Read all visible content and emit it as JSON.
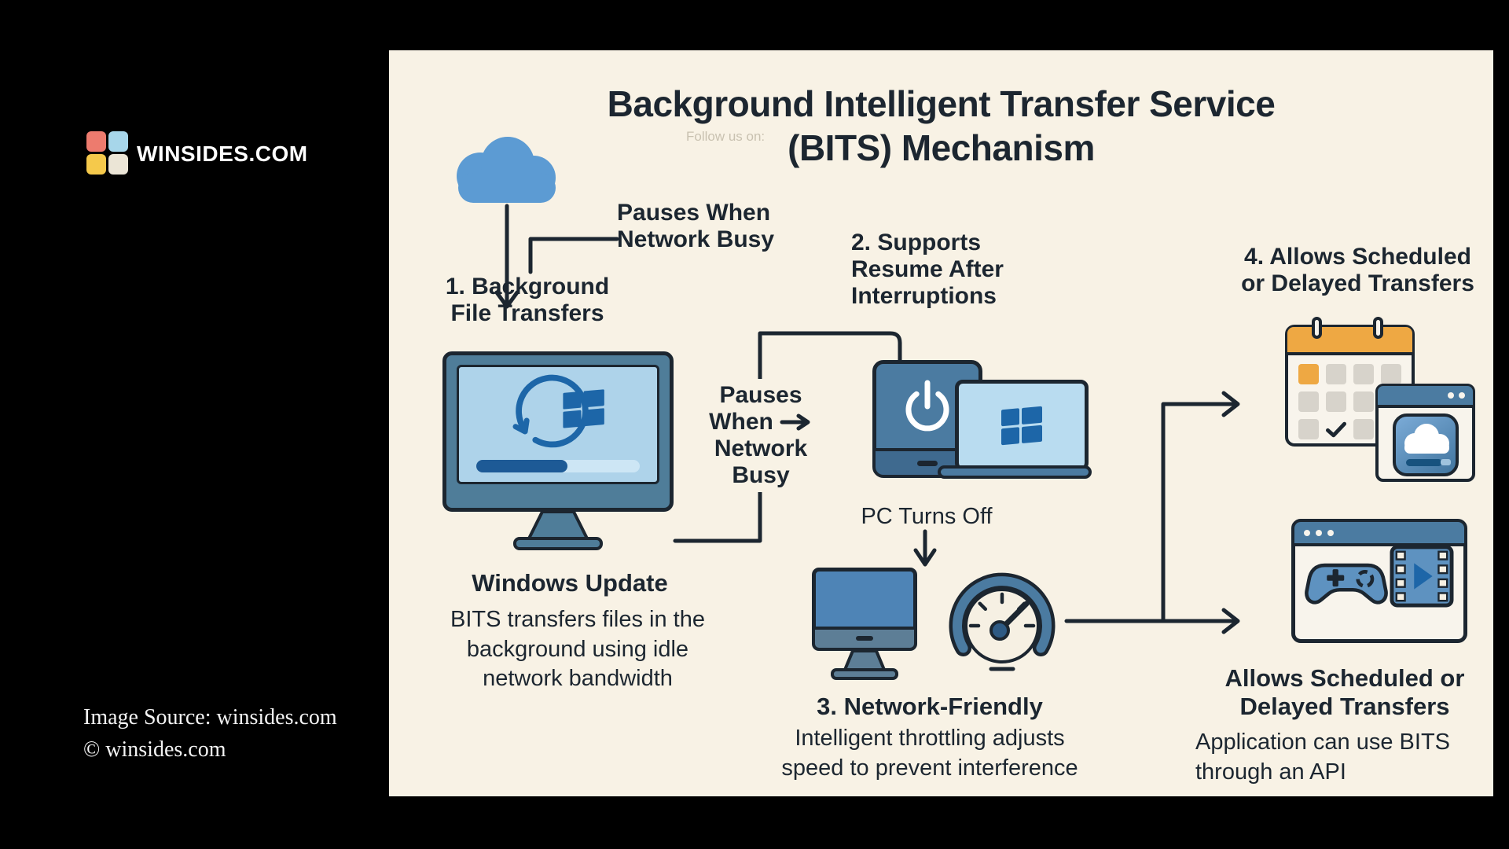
{
  "brand": {
    "name": "WINSIDES.COM",
    "logo_colors": {
      "top_left": "#ed7b6e",
      "top_right": "#a7d6ea",
      "bottom_left": "#f5c94b",
      "bottom_right": "#ebe5d6"
    }
  },
  "attribution": {
    "source": "Image Source: winsides.com",
    "copyright": "© winsides.com"
  },
  "diagram": {
    "title": {
      "line1": "Background Intelligent Transfer Service",
      "line2": "(BITS) Mechanism"
    },
    "watermark": "Follow us on:",
    "colors": {
      "background": "#f8f2e5",
      "ink": "#1c2630",
      "cloud_blue": "#5c9bd3",
      "slate_blue": "#4b7ba1",
      "screen_blue": "#aed3ea",
      "deep_blue": "#1d66a8",
      "calendar_orange": "#eea843"
    },
    "pause_label_top": {
      "line1": "Pauses When",
      "line2": "Network Busy"
    },
    "pause_label_mid": {
      "line1": "Pauses",
      "line2": "When",
      "line3": "Network",
      "line4": "Busy"
    },
    "step1": {
      "label_line1": "1. Background",
      "label_line2": "File Transfers",
      "heading": "Windows Update",
      "desc_line1": "BITS transfers files in the",
      "desc_line2": "background using idle",
      "desc_line3": "network bandwidth"
    },
    "step2": {
      "label_line1": "2. Supports",
      "label_line2": "Resume After",
      "label_line3": "Interruptions",
      "annotation": "PC Turns Off"
    },
    "step3": {
      "heading": "3. Network-Friendly",
      "desc_line1": "Intelligent throttling adjusts",
      "desc_line2": "speed to prevent interference"
    },
    "step4": {
      "label_line1": "4. Allows Scheduled",
      "label_line2": "or Delayed Transfers",
      "heading_line1": "Allows Scheduled or",
      "heading_line2": "Delayed Transfers",
      "desc_line1": "Application can use BITS",
      "desc_line2": "through an API"
    }
  }
}
